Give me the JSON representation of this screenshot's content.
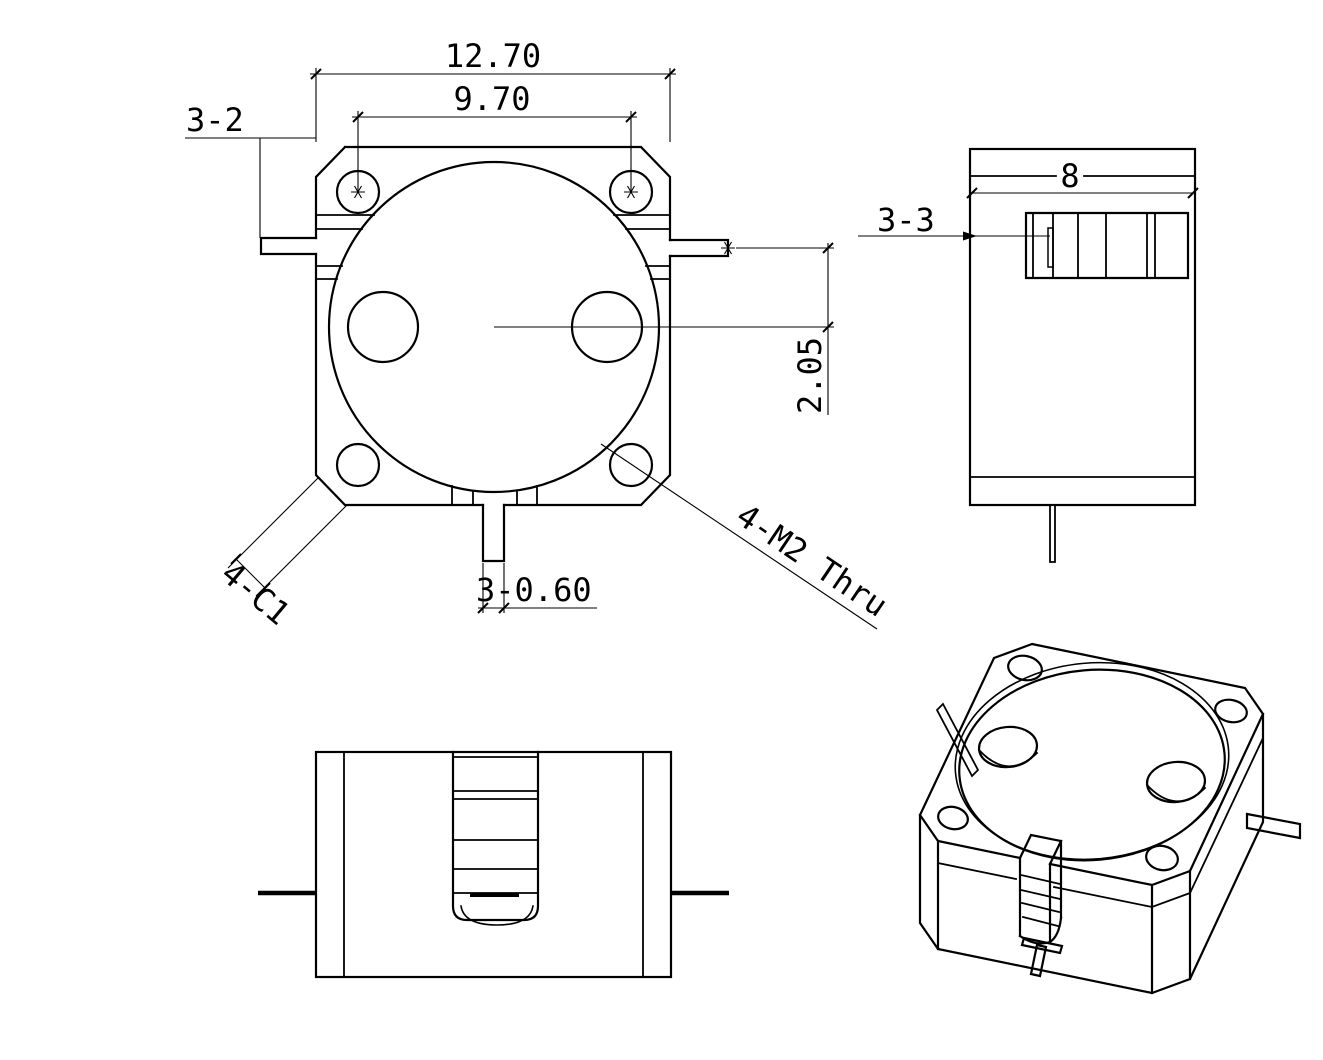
{
  "drawing": {
    "type": "engineering-drawing",
    "subject": "RF drop-in isolator package, four views",
    "background_color": "#ffffff",
    "line_color": "#000000"
  },
  "labels": {
    "overall_width": "12.70",
    "hole_spacing": "9.70",
    "side_lead_note": "3-2",
    "lead_offset": "2.05",
    "bottom_lead_width": "3-0.60",
    "chamfer_note": "4-C1",
    "mounting_hole_note": "4-M2 Thru",
    "package_height": "8",
    "connector_note": "3-3"
  }
}
